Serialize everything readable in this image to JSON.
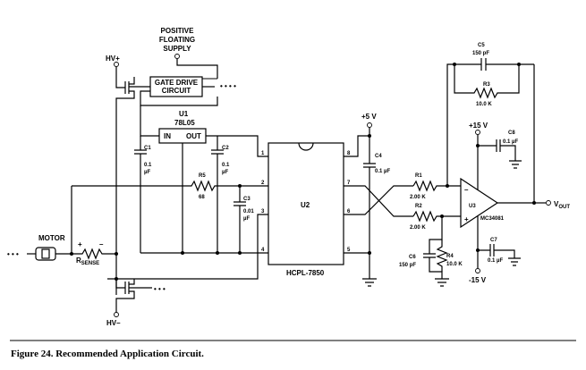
{
  "supply": {
    "positive_line1": "POSITIVE",
    "positive_line2": "FLOATING",
    "positive_line3": "SUPPLY",
    "hv_plus": "HV+",
    "hv_minus": "HV–"
  },
  "gate_drive": {
    "line1": "GATE DRIVE",
    "line2": "CIRCUIT"
  },
  "u1": {
    "name": "U1",
    "part": "78L05",
    "pin_in": "IN",
    "pin_out": "OUT"
  },
  "caps": {
    "c1": {
      "name": "C1",
      "v1": "0.1",
      "v2": "µF"
    },
    "c2": {
      "name": "C2",
      "v1": "0.1",
      "v2": "µF"
    },
    "c3": {
      "name": "C3",
      "v1": "0.01",
      "v2": "µF"
    },
    "c4": {
      "name": "C4",
      "value": "0.1 µF"
    },
    "c5": {
      "name": "C5",
      "value": "150 pF"
    },
    "c6": {
      "name": "C6",
      "value": "150 pF"
    },
    "c7": {
      "name": "C7",
      "value": "0.1 µF"
    },
    "c8": {
      "name": "C8",
      "value": "0.1 µF"
    }
  },
  "resistors": {
    "r1": {
      "name": "R1",
      "value": "2.00 K"
    },
    "r2": {
      "name": "R2",
      "value": "2.00 K"
    },
    "r3": {
      "name": "R3",
      "value": "10.0 K"
    },
    "r4": {
      "name": "R4",
      "value": "10.0 K"
    },
    "r5": {
      "name": "R5",
      "value": "68"
    },
    "rsense": {
      "main": "R",
      "sub": "SENSE"
    }
  },
  "u2": {
    "name": "U2",
    "part": "HCPL-7850",
    "pins": [
      "1",
      "2",
      "3",
      "4",
      "5",
      "6",
      "7",
      "8"
    ]
  },
  "u3": {
    "name": "U3",
    "part": "MC34081"
  },
  "rails": {
    "plus5": "+5 V",
    "plus15": "+15 V",
    "minus15": "-15 V"
  },
  "output": {
    "main": "V",
    "sub": "OUT"
  },
  "motor": "MOTOR",
  "signs": {
    "plus": "+",
    "minus": "–"
  },
  "caption": "Figure 24. Recommended Application Circuit."
}
